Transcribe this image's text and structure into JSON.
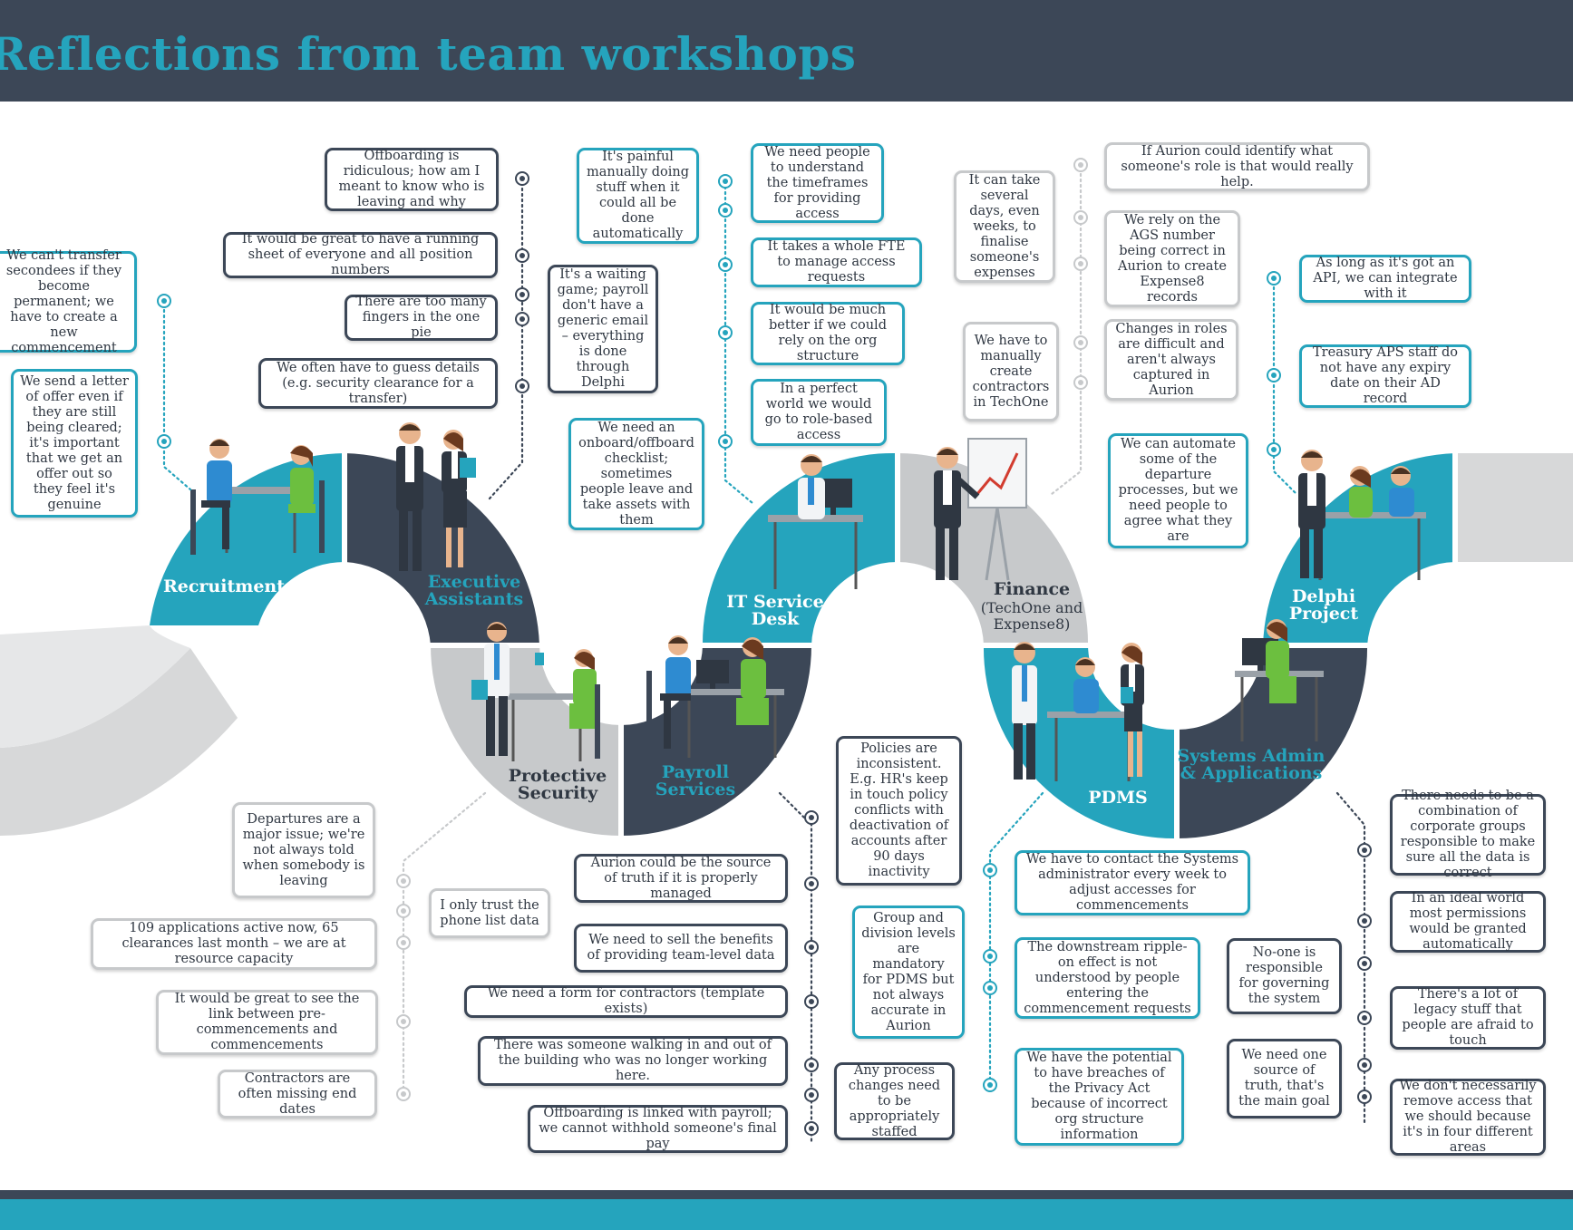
{
  "title": "Reflections from team workshops",
  "colors": {
    "dark": "#3c4757",
    "teal": "#25a4bd",
    "grey": "#c7c9cb",
    "light_grey": "#e4e5e6"
  },
  "segments": [
    {
      "id": "recruitment",
      "label": "Recruitment"
    },
    {
      "id": "executive-assistants",
      "label": "Executive Assistants"
    },
    {
      "id": "protective-security",
      "label": "Protective Security"
    },
    {
      "id": "payroll-services",
      "label": "Payroll Services"
    },
    {
      "id": "it-service-desk",
      "label": "IT Service Desk"
    },
    {
      "id": "finance",
      "label": "Finance",
      "sublabel": "(TechOne and Expense8)"
    },
    {
      "id": "pdms",
      "label": "PDMS"
    },
    {
      "id": "systems-admin",
      "label": "Systems Admin & Applications"
    },
    {
      "id": "delphi-project",
      "label": "Delphi Project"
    }
  ],
  "comments": {
    "recruitment": [
      "We can't transfer secondees if they become permanent; we have to create a new commencement",
      "We send a letter of offer even if they are still being cleared; it's important that we get an offer out so they feel it's genuine"
    ],
    "executive_assistants": [
      "Offboarding is ridiculous; how am I meant to know who is leaving and why",
      "It would be great to have a running sheet of everyone and all position numbers",
      "There are too many fingers in the one pie",
      "We often have to guess details (e.g. security clearance for a transfer)",
      "It's a waiting game; payroll don't have a generic email – everything is done through Delphi"
    ],
    "it_service_desk": [
      "It's painful manually doing stuff when it could all be done automatically",
      "We need an onboard/offboard checklist; sometimes people leave and take assets with them",
      "We need people to understand the timeframes for providing access",
      "It takes a whole FTE to manage access requests",
      "It would be much better if we could rely on the org structure",
      "In a perfect world we would go to role-based access"
    ],
    "finance": [
      "It can take several days, even weeks, to finalise someone's expenses",
      "We have to manually create contractors in TechOne",
      "If Aurion could identify what someone's role is that would really help.",
      "We rely on the AGS number being correct in Aurion to create Expense8 records",
      "Changes in roles are difficult and aren't always captured in Aurion"
    ],
    "delphi_project": [
      "As long as it's got an API, we can integrate with it",
      "Treasury APS staff do not have any expiry date on their AD record",
      "We can automate some of the departure processes, but we need people to agree what they are"
    ],
    "protective_security": [
      "Departures are a major issue; we're not always told when somebody is leaving",
      "I only trust the phone list data",
      "109 applications active now, 65 clearances last month – we are at resource capacity",
      "It would be great to see the link between pre-commencements and commencements",
      "Contractors are often missing end dates"
    ],
    "payroll_services": [
      "Policies are inconsistent. E.g. HR's keep in touch policy conflicts with deactivation of accounts after 90 days inactivity",
      "Aurion could be the source of truth if it is properly managed",
      "We need to sell the benefits of providing team-level data",
      "We need a form for contractors (template exists)",
      "There was someone walking in and out of the building who was no longer working here.",
      "Offboarding is linked with payroll; we cannot withhold someone's final pay",
      "Any process changes need to be appropriately staffed"
    ],
    "pdms": [
      "Group and division levels are mandatory for PDMS but not always accurate in Aurion",
      "We have to contact the Systems administrator every week to adjust accesses for commencements",
      "The downstream ripple-on effect is not understood by people entering the commencement requests",
      "We have the potential to have breaches of the Privacy Act because of incorrect org structure information"
    ],
    "systems_admin": [
      "There needs to be a combination of corporate groups responsible to make sure all the data is correct",
      "In an ideal world most permissions would be granted automatically",
      "No-one is responsible for governing the system",
      "There's a lot of legacy stuff that people are afraid to touch",
      "We need one source of truth, that's the main goal",
      "We don't necessarily remove access that we should because it's in four different areas"
    ]
  }
}
